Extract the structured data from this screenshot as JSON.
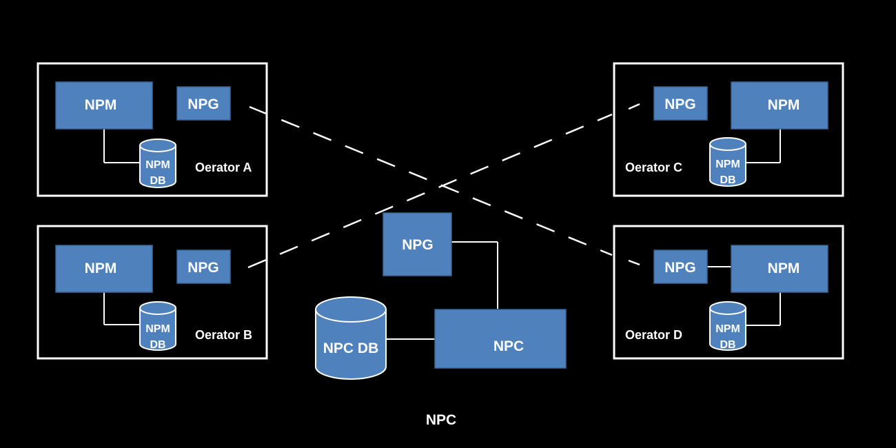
{
  "diagram": {
    "operators": {
      "a": {
        "label": "Oerator A",
        "npm": "NPM",
        "npg": "NPG",
        "db_line1": "NPM",
        "db_line2": "DB"
      },
      "b": {
        "label": "Oerator B",
        "npm": "NPM",
        "npg": "NPG",
        "db_line1": "NPM",
        "db_line2": "DB"
      },
      "c": {
        "label": "Oerator C",
        "npm": "NPM",
        "npg": "NPG",
        "db_line1": "NPM",
        "db_line2": "DB"
      },
      "d": {
        "label": "Oerator D",
        "npm": "NPM",
        "npg": "NPG",
        "db_line1": "NPM",
        "db_line2": "DB"
      }
    },
    "center": {
      "npg": "NPG",
      "npc": "NPC",
      "npc_db": "NPC DB",
      "caption": "NPC"
    }
  }
}
